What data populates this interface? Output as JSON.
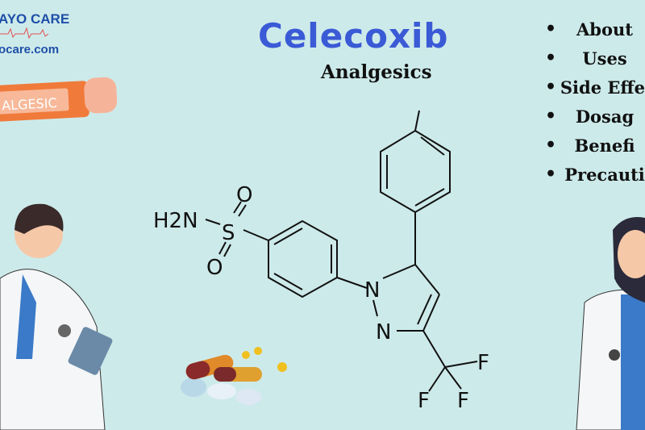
{
  "logo": {
    "name": "AYO CARE",
    "url": "ocare.com"
  },
  "tube_label": "ALGESIC",
  "title": "Celecoxib",
  "subtitle": "Analgesics",
  "menu": [
    "About",
    "Uses",
    "Side Effe",
    "Dosag",
    "Benefi",
    "Precauti"
  ],
  "molecule": {
    "h2n": "H2N",
    "s": "S",
    "o": "O",
    "n": "N",
    "f": "F"
  },
  "colors": {
    "background": "#cdeaea",
    "title": "#3a5ad6",
    "brand": "#1e4fa8"
  }
}
